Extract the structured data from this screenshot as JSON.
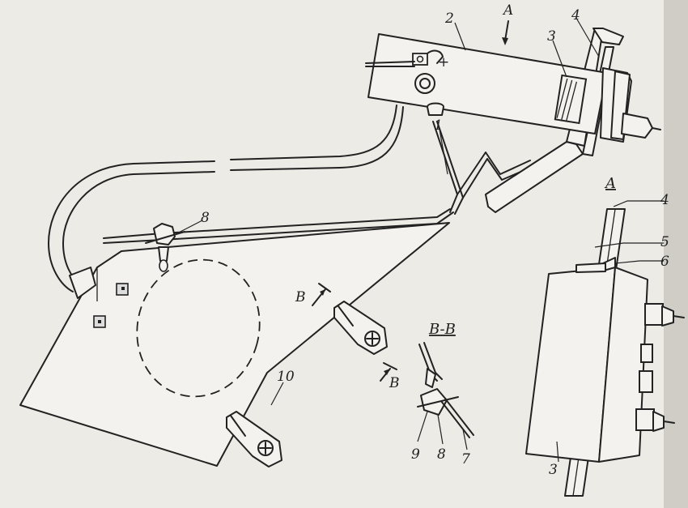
{
  "labels": {
    "n1": "1",
    "n2": "2",
    "n3": "3",
    "n4": "4",
    "n5": "5",
    "n6": "6",
    "n7": "7",
    "n8": "8",
    "n9": "9",
    "n10": "10",
    "view_a": "A",
    "section_bb": "B-B",
    "cut_b": "B",
    "plus_sign": "+"
  },
  "colors": {
    "ink": "#222222",
    "paper": "#ecebe6"
  }
}
